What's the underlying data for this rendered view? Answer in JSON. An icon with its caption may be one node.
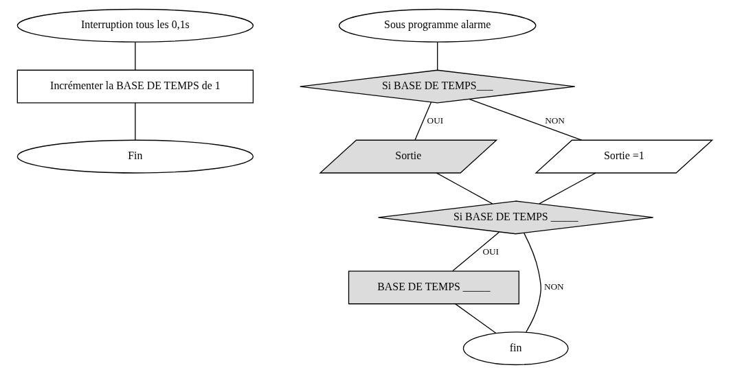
{
  "diagram": {
    "nodes": [
      {
        "text": [
          "Interruption tous les 0,1s"
        ]
      },
      {
        "text": [
          "Incrémenter la BASE DE TEMPS de 1"
        ]
      },
      {
        "text": [
          "Fin"
        ]
      },
      {
        "text": [
          "Sous programme alarme"
        ]
      },
      {
        "text": [
          "Si BASE DE TEMPS___"
        ]
      },
      {
        "text": [
          "Sortie"
        ]
      },
      {
        "text": [
          "Sortie =1"
        ]
      },
      {
        "text": [
          "Si BASE DE TEMPS _____"
        ]
      },
      {
        "text": [
          "BASE DE TEMPS _____"
        ]
      },
      {
        "text": [
          "fin"
        ]
      }
    ],
    "edges": [
      {
        "from": 0,
        "to": 1,
        "arrow": "none"
      },
      {
        "from": 1,
        "to": 2,
        "arrow": "none"
      },
      {
        "from": 3,
        "to": 4,
        "arrow": "none"
      },
      {
        "from": 4,
        "to": 5,
        "label": "OUI",
        "arrow": "none"
      },
      {
        "from": 4,
        "to": 6,
        "label": "NON",
        "arrow": "none"
      },
      {
        "from": 5,
        "to": 7,
        "arrow": "none"
      },
      {
        "from": 6,
        "to": 7,
        "arrow": "none"
      },
      {
        "from": 7,
        "to": 8,
        "label": "OUI",
        "arrow": "none"
      },
      {
        "from": 7,
        "to": 9,
        "label": "NON",
        "arrow": "none"
      },
      {
        "from": 8,
        "to": 9,
        "arrow": "none"
      }
    ]
  }
}
